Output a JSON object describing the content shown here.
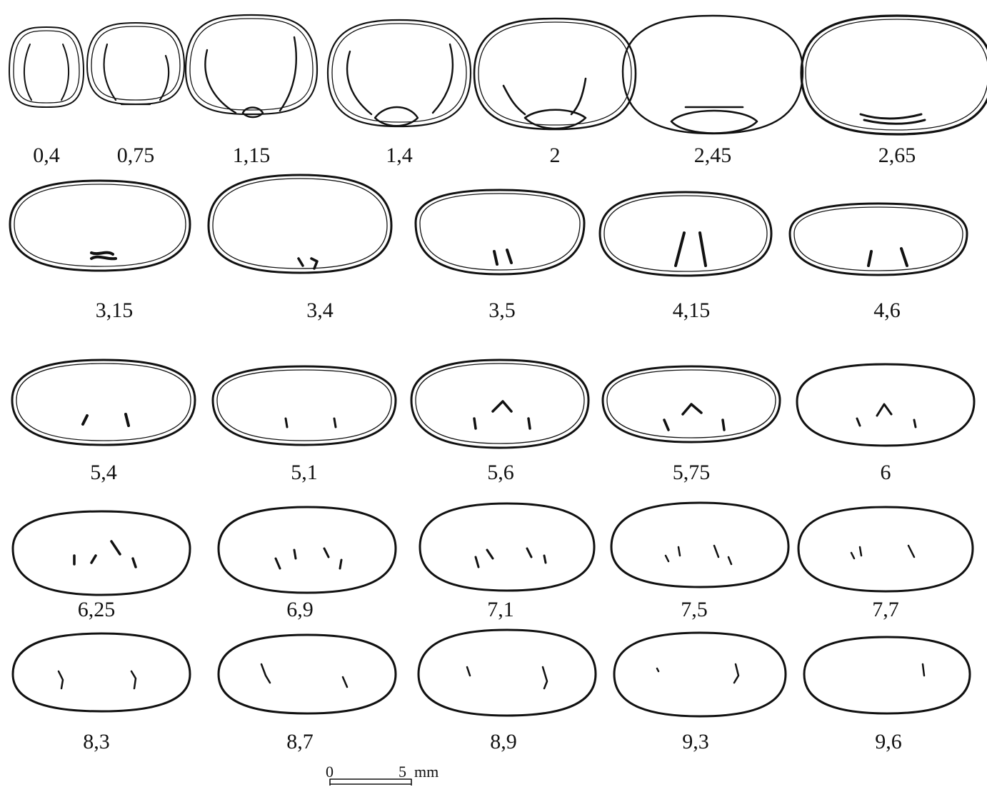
{
  "sections": [
    {
      "label": "0,4"
    },
    {
      "label": "0,75"
    },
    {
      "label": "1,15"
    },
    {
      "label": "1,4"
    },
    {
      "label": "2"
    },
    {
      "label": "2,45"
    },
    {
      "label": "2,65"
    },
    {
      "label": "3,15"
    },
    {
      "label": "3,4"
    },
    {
      "label": "3,5"
    },
    {
      "label": "4,15"
    },
    {
      "label": "4,6"
    },
    {
      "label": "5,4"
    },
    {
      "label": "5,1"
    },
    {
      "label": "5,6"
    },
    {
      "label": "5,75"
    },
    {
      "label": "6"
    },
    {
      "label": "6,25"
    },
    {
      "label": "6,9"
    },
    {
      "label": "7,1"
    },
    {
      "label": "7,5"
    },
    {
      "label": "7,7"
    },
    {
      "label": "8,3"
    },
    {
      "label": "8,7"
    },
    {
      "label": "8,9"
    },
    {
      "label": "9,3"
    },
    {
      "label": "9,6"
    }
  ],
  "scale_bar": {
    "start": "0",
    "end": "5",
    "unit": "mm"
  },
  "colors": {
    "ink": "#111111",
    "paper": "#ffffff"
  }
}
